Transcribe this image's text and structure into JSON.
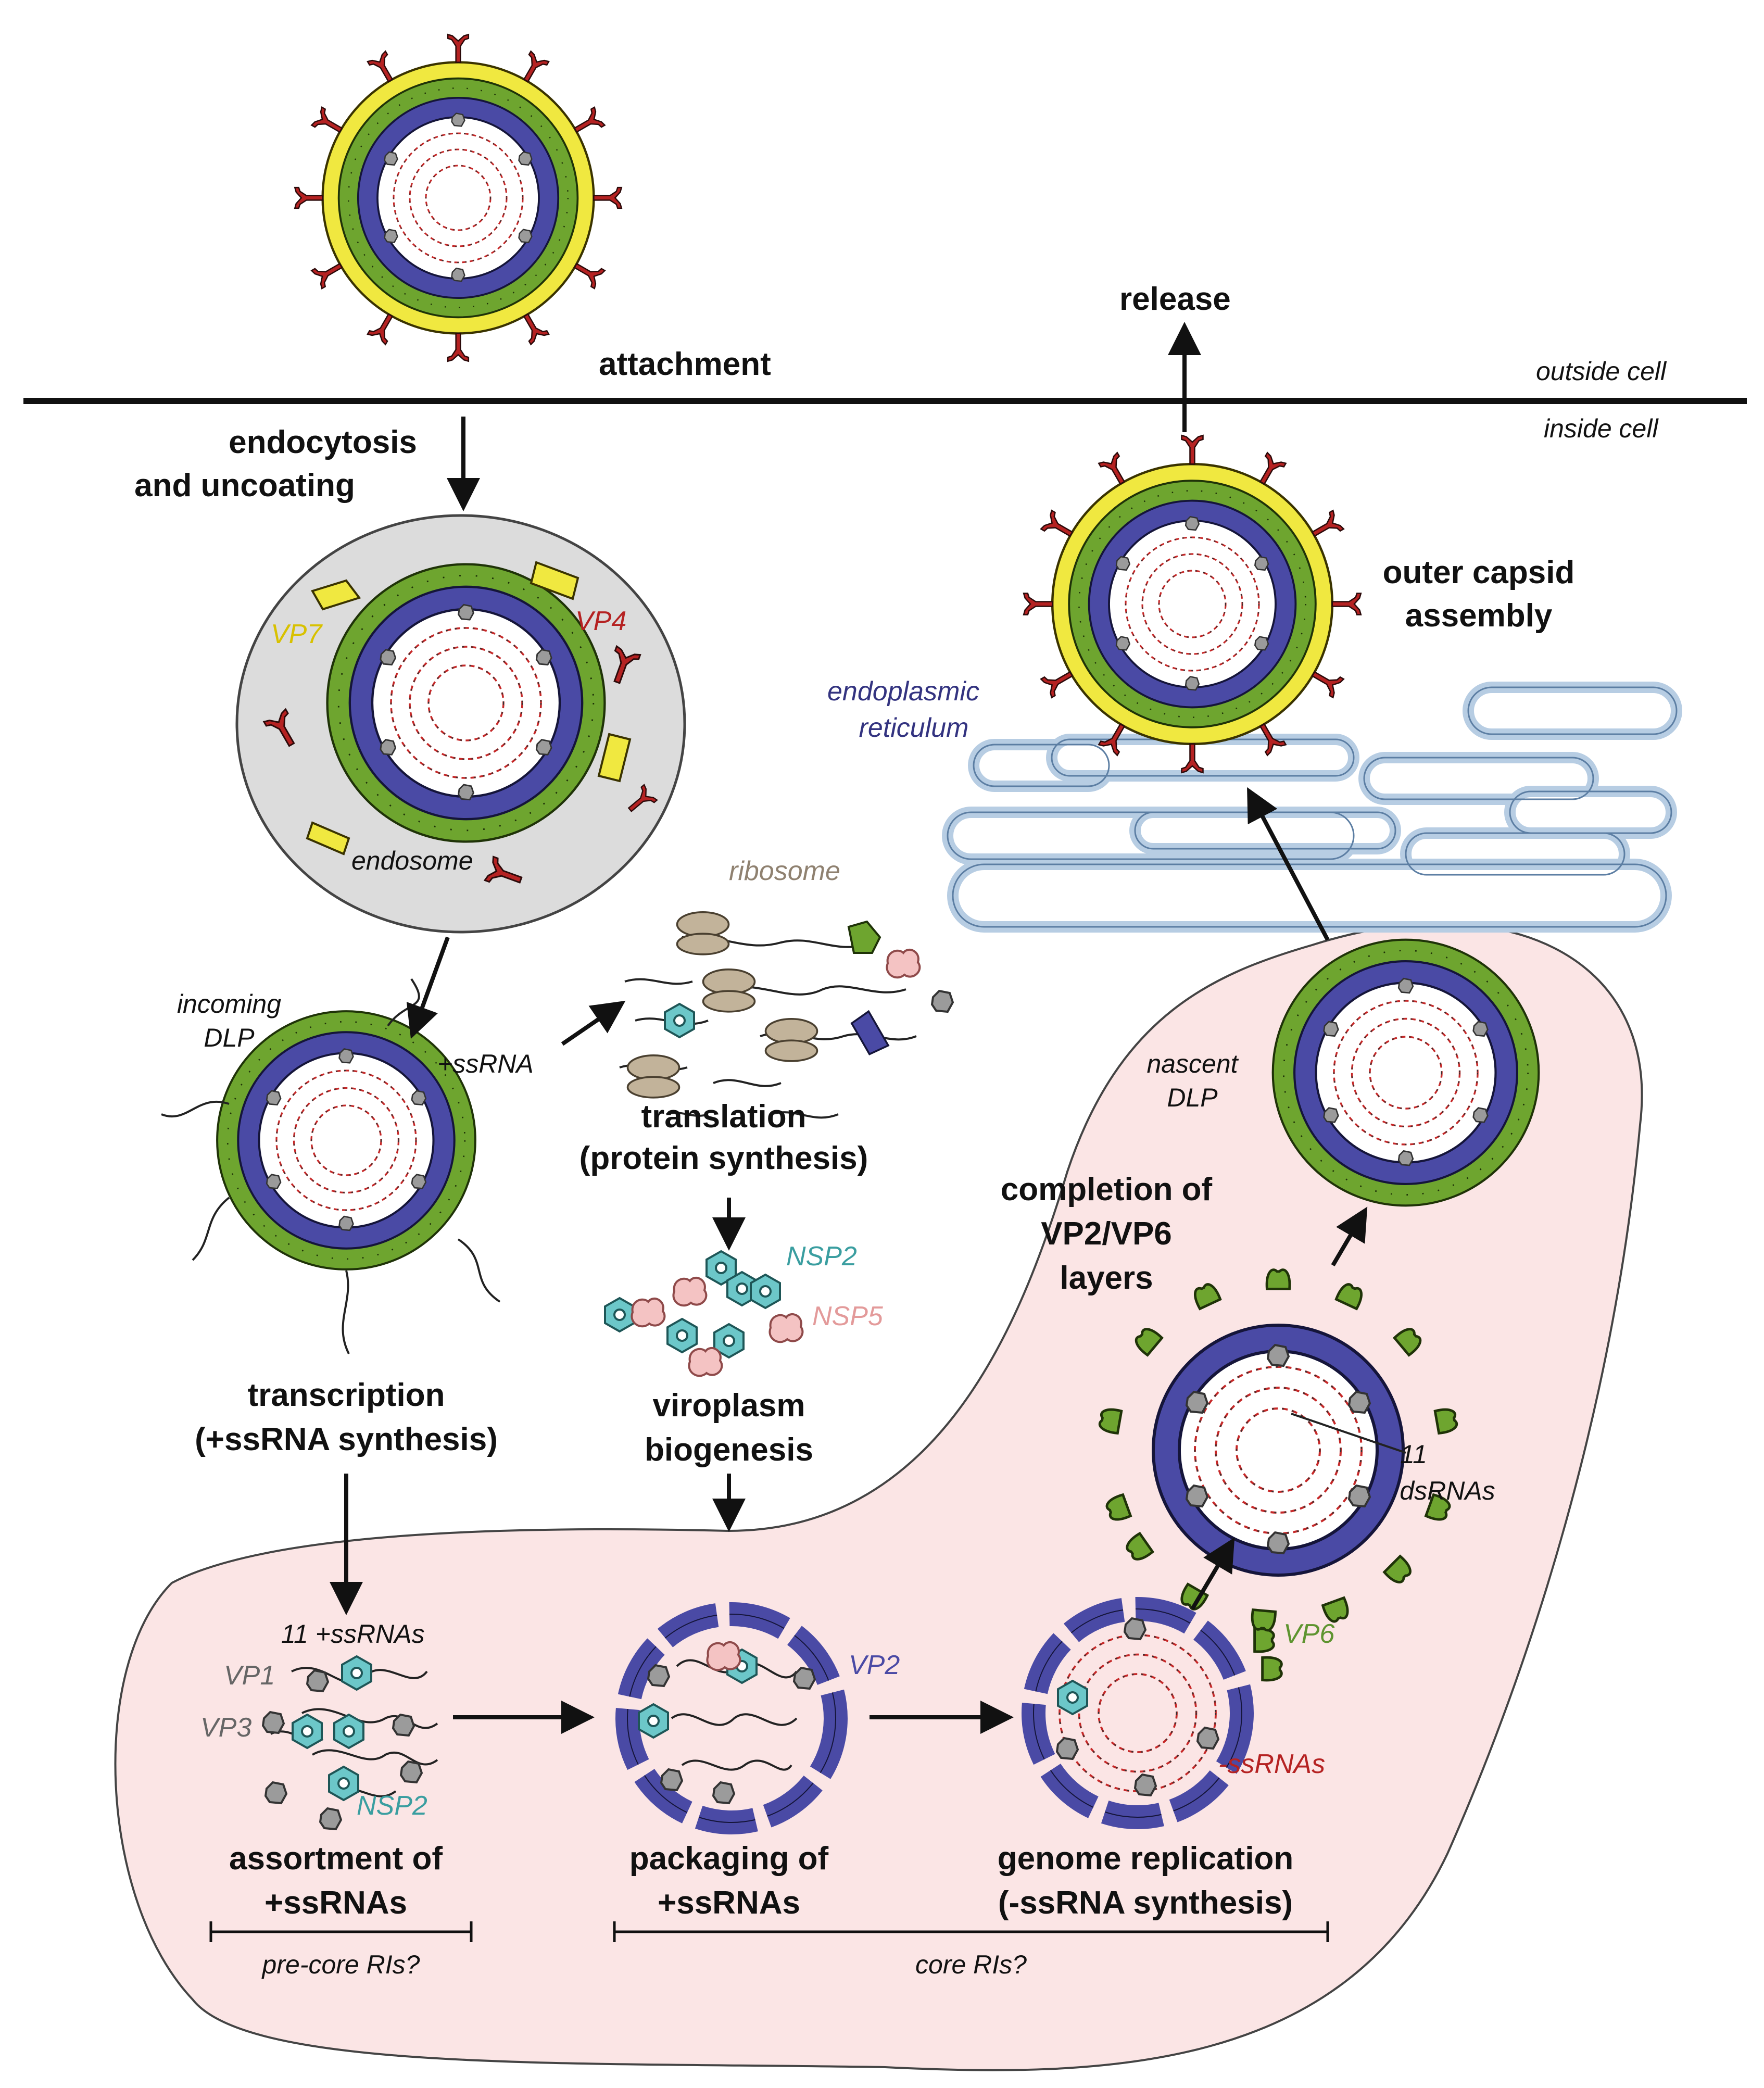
{
  "labels": {
    "attachment": "attachment",
    "release": "release",
    "outside_cell": "outside cell",
    "inside_cell": "inside cell",
    "endocytosis_1": "endocytosis",
    "endocytosis_2": "and uncoating",
    "outer_capsid_1": "outer capsid",
    "outer_capsid_2": "assembly",
    "endoplasmic_1": "endoplasmic",
    "endoplasmic_2": "reticulum",
    "vp7": "VP7",
    "vp4": "VP4",
    "endosome": "endosome",
    "ribosome": "ribosome",
    "incoming_1": "incoming",
    "incoming_2": "DLP",
    "ssrna_plus": "+ssRNA",
    "translation_1": "translation",
    "translation_2": "(protein synthesis)",
    "nascent_1": "nascent",
    "nascent_2": "DLP",
    "completion_1": "completion of",
    "completion_2": "VP2/VP6",
    "completion_3": "layers",
    "nsp2_top": "NSP2",
    "nsp5": "NSP5",
    "transcription_1": "transcription",
    "transcription_2": "(+ssRNA synthesis)",
    "viroplasm_1": "viroplasm",
    "viroplasm_2": "biogenesis",
    "dsrnas_1": "11",
    "dsrnas_2": "dsRNAs",
    "ssrnas_11": "11 +ssRNAs",
    "vp1": "VP1",
    "vp3": "VP3",
    "nsp2_bottom": "NSP2",
    "vp2": "VP2",
    "vp6": "VP6",
    "minus_ssrnas": "-ssRNAs",
    "assortment_1": "assortment of",
    "assortment_2": "+ssRNAs",
    "packaging_1": "packaging of",
    "packaging_2": "+ssRNAs",
    "genome_1": "genome replication",
    "genome_2": "(-ssRNA synthesis)",
    "precore": "pre-core RIs?",
    "core": "core RIs?"
  },
  "colors": {
    "vp7_yellow": "#f0e840",
    "vp4_red": "#b52222",
    "vp6_green": "#6ea52f",
    "vp2_blue": "#4a4aa5",
    "core_grey": "#9b9b9b",
    "nsp2_teal": "#6cc7c9",
    "nsp5_pink": "#f4c3c3",
    "ribosome_tan": "#c2b39a",
    "viroplasm_bg": "#fbe5e5",
    "er_blue": "#b7cde3",
    "label_vp7": "#d8c100",
    "label_vp4": "#b52222",
    "label_vp6": "#5e9430",
    "label_vp2": "#4a4aa5",
    "label_nsp2": "#3a9ea0",
    "label_nsp5": "#e39a9a",
    "label_ribosome": "#8f8170",
    "label_er": "#333380",
    "label_grey": "#666666",
    "label_minus": "#b52222"
  }
}
